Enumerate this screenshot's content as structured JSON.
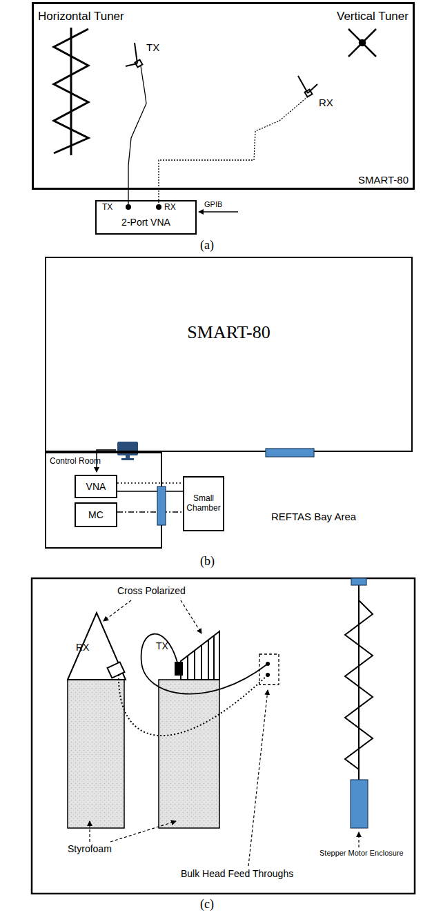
{
  "diagram": {
    "nodes": [
      {
        "text": [
          "SMART-80"
        ]
      },
      {
        "text": [
          "TX",
          "RX",
          "2-Port VNA"
        ]
      },
      {
        "text": [
          "SMART-80"
        ]
      },
      {
        "text": [
          "Control Room"
        ]
      },
      {
        "text": [
          "VNA"
        ],
        "in": 3
      },
      {
        "text": [
          "MC"
        ],
        "in": 3
      },
      {
        "text": [
          "Small Chamber"
        ]
      }
    ],
    "edges": [
      {
        "from": 4,
        "to": 6,
        "arrow": "none"
      },
      {
        "from": 4,
        "to": 6,
        "arrow": "none"
      },
      {
        "from": 5,
        "to": 6,
        "arrow": "none"
      }
    ],
    "labels": [
      "Horizontal Tuner",
      "Vertical Tuner",
      "TX",
      "RX",
      "GPIB",
      "(a)",
      "REFTAS Bay Area",
      "(b)",
      "Cross Polarized",
      "RX",
      "TX",
      "Styrofoam",
      "Bulk Head Feed Throughs",
      "Stepper Motor Enclosure",
      "(c)"
    ]
  }
}
